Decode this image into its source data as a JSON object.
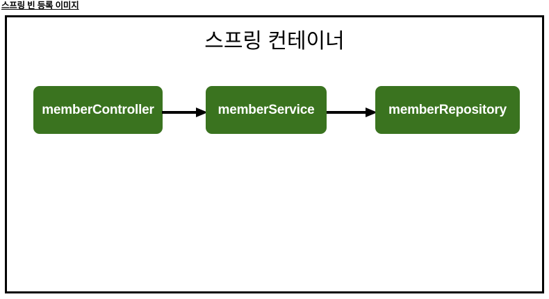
{
  "caption": {
    "text": "스프링 빈 등록 이미지"
  },
  "diagram": {
    "title": "스프링 컨테이너",
    "frame_color": "#000000",
    "background": "#ffffff",
    "bean_color": "#3a731f",
    "bean_text_color": "#ffffff",
    "arrow_color": "#000000",
    "beans": [
      {
        "label": "memberController"
      },
      {
        "label": "memberService"
      },
      {
        "label": "memberRepository"
      }
    ],
    "arrows": [
      {
        "from": "memberController",
        "to": "memberService"
      },
      {
        "from": "memberService",
        "to": "memberRepository"
      }
    ]
  }
}
